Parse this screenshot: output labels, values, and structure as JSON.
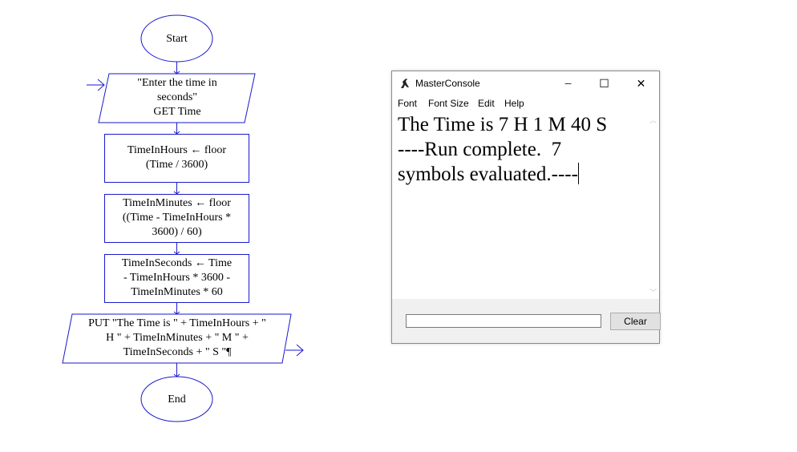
{
  "flowchart": {
    "start_label": "Start",
    "input_label": "\"Enter the time in\nseconds\"\nGET Time",
    "step_hours": "TimeInHours ← floor\n(Time / 3600)",
    "step_minutes": "TimeInMinutes ← floor\n((Time - TimeInHours *\n3600) / 60)",
    "step_seconds": "TimeInSeconds ← Time\n- TimeInHours * 3600  -\nTimeInMinutes * 60",
    "output_label": "PUT \"The Time is \" + TimeInHours + \"\nH \" + TimeInMinutes + \" M \" +\nTimeInSeconds + \" S \"¶",
    "end_label": "End",
    "line_color": "#1a1acc"
  },
  "console": {
    "title": "MasterConsole",
    "icon": "kangaroo-icon",
    "window_buttons": {
      "minimize": "─",
      "maximize": "☐",
      "close": "✕"
    },
    "menu": {
      "font": "Font",
      "font_size": "Font Size",
      "edit": "Edit",
      "help": "Help"
    },
    "output_lines": [
      "The Time is 7 H 1 M 40 S",
      "----Run complete.  7",
      "symbols evaluated.----"
    ],
    "input_value": "",
    "clear_label": "Clear"
  }
}
